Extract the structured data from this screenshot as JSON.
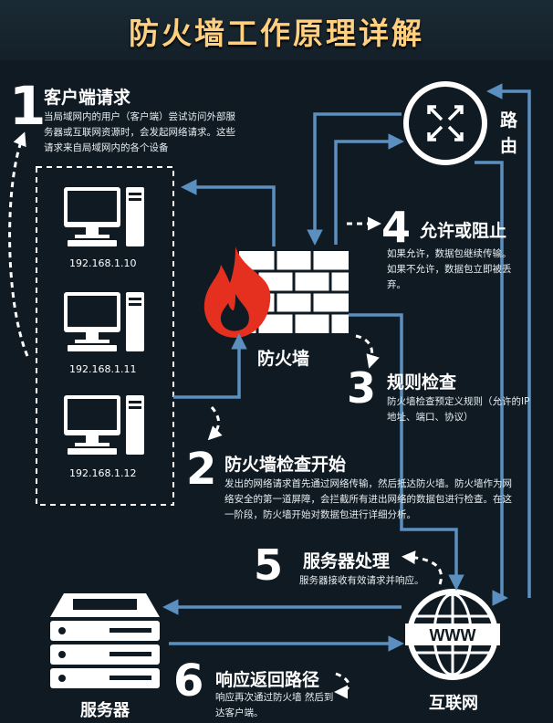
{
  "title": "防火墙工作原理详解",
  "steps": [
    {
      "num": "1",
      "title": "客户端请求",
      "desc": "当局域网内的用户（客户端）尝试访问外部服务器或互联网资源时，会发起网络请求。这些请求来自局域网内的各个设备"
    },
    {
      "num": "2",
      "title": "防火墙检查开始",
      "desc": "发出的网络请求首先通过网络传输，然后抵达防火墙。防火墙作为网络安全的第一道屏障，会拦截所有进出网络的数据包进行检查。在这一阶段，防火墙开始对数据包进行详细分析。"
    },
    {
      "num": "3",
      "title": "规则检查",
      "desc": "防火墙检查预定义规则（允许的IP地址、端口、协议）"
    },
    {
      "num": "4",
      "title": "允许或阻止",
      "desc": "如果允许，数据包继续传输。如果不允许，数据包立即被丢弃。"
    },
    {
      "num": "5",
      "title": "服务器处理",
      "desc": "服务器接收有效请求并响应。"
    },
    {
      "num": "6",
      "title": "响应返回路径",
      "desc": "响应再次通过防火墙 然后到达客户端。"
    }
  ],
  "clients": [
    "192.168.1.10",
    "192.168.1.11",
    "192.168.1.12"
  ],
  "nodes": {
    "firewall": "防火墙",
    "router": "路由",
    "server": "服务器",
    "internet": "互联网",
    "www": "WWW"
  },
  "colors": {
    "background": "#0f1a22",
    "title": "#ffd080",
    "arrow": "#5b8fbf",
    "flame": "#e53020",
    "dashed": "#ffffff"
  }
}
